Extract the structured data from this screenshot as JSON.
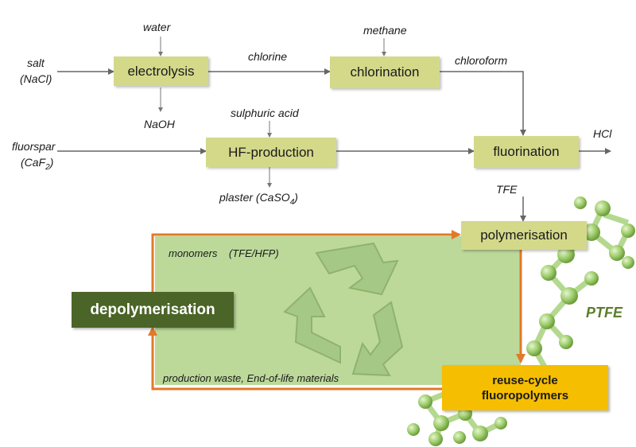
{
  "inputs": {
    "salt": "salt",
    "salt_formula": "(NaCl)",
    "water": "water",
    "methane": "methane",
    "fluorspar": "fluorspar",
    "fluorspar_formula_prefix": "(CaF",
    "fluorspar_formula_sub": "2",
    "fluorspar_formula_suffix": ")",
    "sulphuric_acid": "sulphuric acid"
  },
  "processes": {
    "electrolysis": "electrolysis",
    "chlorination": "chlorination",
    "hf_production": "HF-production",
    "fluorination": "fluorination",
    "polymerisation": "polymerisation",
    "depolymerisation": "depolymerisation"
  },
  "intermediates": {
    "chlorine": "chlorine",
    "chloroform": "chloroform",
    "tfe": "TFE"
  },
  "byproducts": {
    "naoh": "NaOH",
    "plaster_prefix": "plaster (CaSO",
    "plaster_sub": "4",
    "plaster_suffix": ")",
    "hcl": "HCl"
  },
  "recycle": {
    "monomers": "monomers    (TFE/HFP)",
    "waste": "production waste, End-of-life materials"
  },
  "outputs": {
    "reuse_line1": "reuse-cycle",
    "reuse_line2": "fluoropolymers",
    "ptfe": "PTFE"
  },
  "colors": {
    "process_box": "#d4d98a",
    "recycle_area": "#bcd99a",
    "recycle_border": "#e07a2a",
    "depolymerisation_box": "#4b6427",
    "reuse_box": "#f6be00",
    "arrow": "#666666",
    "molecule": "#9ccc6a",
    "ptfe_text": "#5b7d2a"
  }
}
